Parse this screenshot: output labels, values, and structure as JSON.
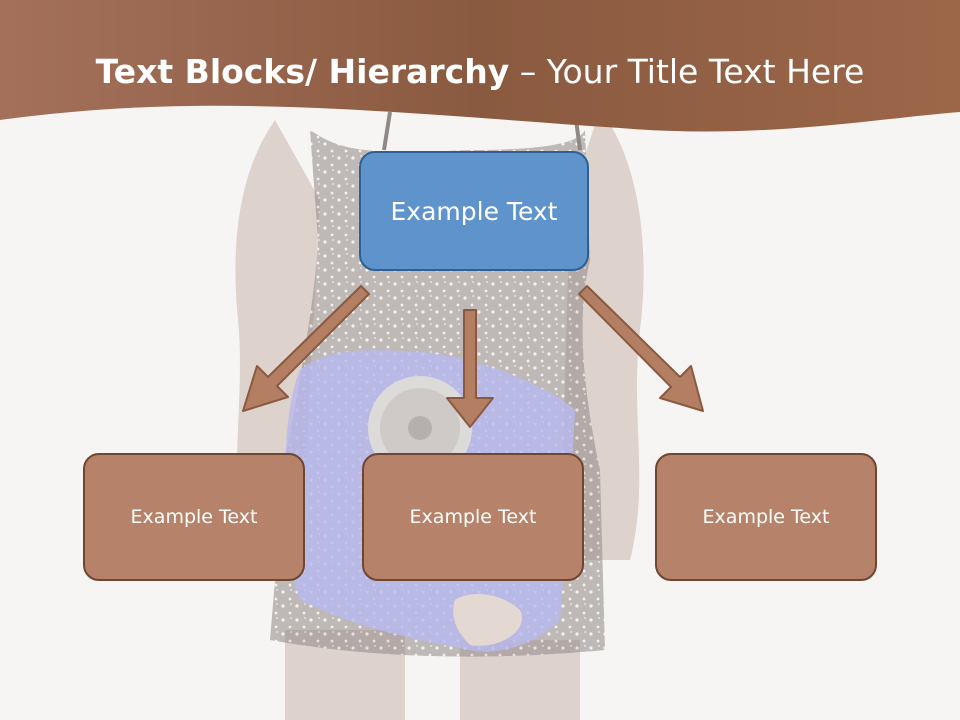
{
  "title": {
    "bold": "Text Blocks/ Hierarchy",
    "dash": " – ",
    "rest": "Your Title Text Here"
  },
  "hierarchy": {
    "top": "Example Text",
    "children": [
      "Example Text",
      "Example Text",
      "Example Text"
    ]
  },
  "colors": {
    "header": "#8a5a40",
    "top_box": "#5f93cb",
    "child_box": "#b6836a",
    "arrow": "#b47e62"
  }
}
